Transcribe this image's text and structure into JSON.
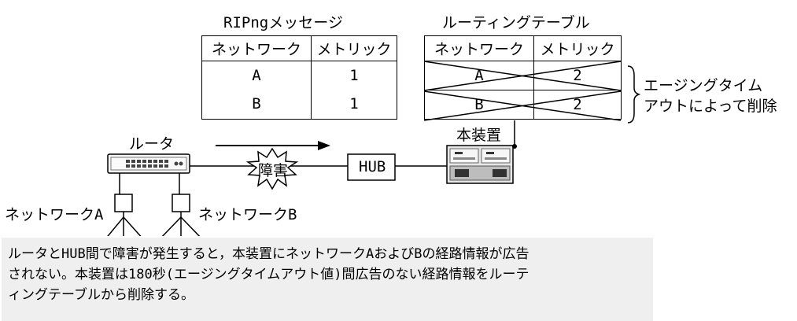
{
  "ripng": {
    "title": "RIPngメッセージ",
    "headers": [
      "ネットワーク",
      "メトリック"
    ],
    "rows": [
      [
        "A",
        "1"
      ],
      [
        "B",
        "1"
      ]
    ]
  },
  "routing_table": {
    "title": "ルーティングテーブル",
    "headers": [
      "ネットワーク",
      "メトリック"
    ],
    "rows": [
      [
        "A",
        "2"
      ],
      [
        "B",
        "2"
      ]
    ]
  },
  "aging_label": [
    "エージングタイム",
    "アウトによって削除"
  ],
  "device_label": "本装置",
  "router_label": "ルータ",
  "hub_label": "HUB",
  "fault_label": "障害",
  "network_a_label": "ネットワークA",
  "network_b_label": "ネットワークB",
  "note": [
    "ルータとHUB間で障害が発生すると，本装置にネットワークAおよびBの経路情報が広告",
    "されない。本装置は180秒(エージングタイムアウト値)間広告のない経路情報をルーテ",
    "ィングテーブルから削除する。"
  ]
}
